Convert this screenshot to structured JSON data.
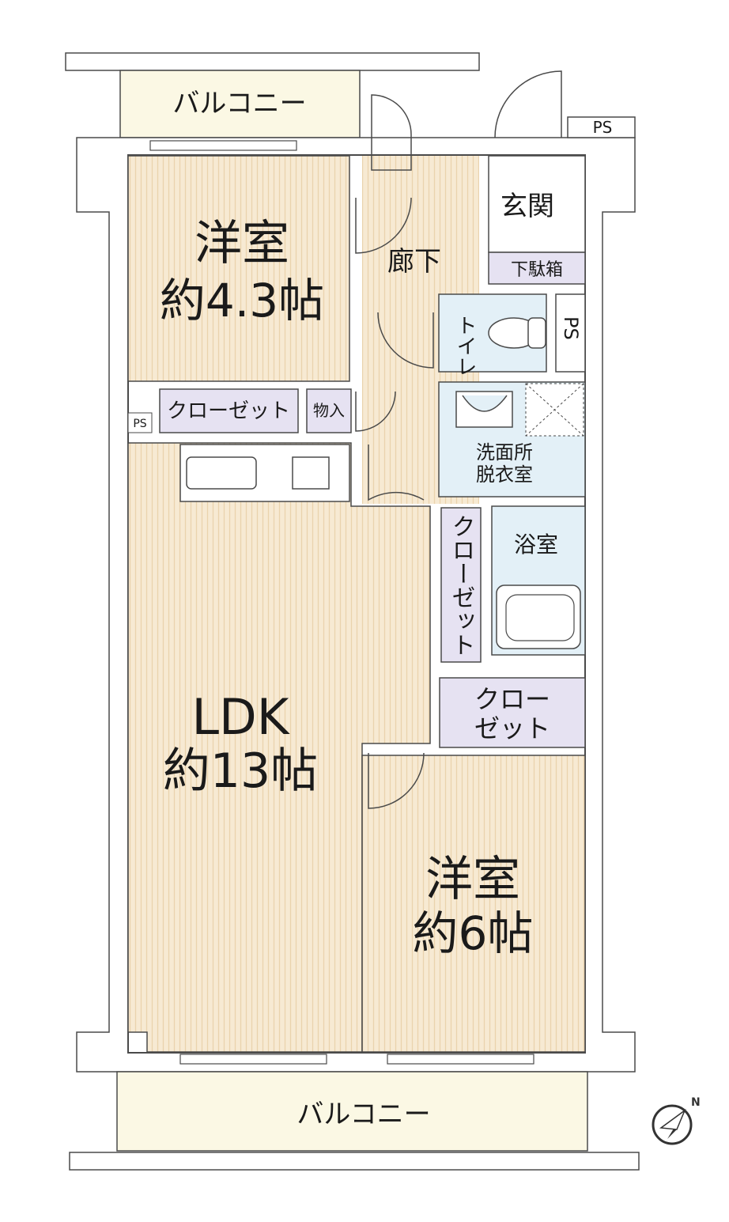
{
  "rooms": {
    "western_room_1": {
      "name": "洋室",
      "size": "約4.3帖"
    },
    "ldk": {
      "name": "LDK",
      "size": "約13帖"
    },
    "western_room_2": {
      "name": "洋室",
      "size": "約6帖"
    }
  },
  "labels": {
    "balcony_top": "バルコニー",
    "balcony_bottom": "バルコニー",
    "entrance": "玄関",
    "shoe_cabinet": "下駄箱",
    "hallway": "廊下",
    "toilet": "トイレ",
    "ps_top": "PS",
    "ps_toilet": "PS",
    "ps_left": "PS",
    "closet_1": "クローゼット",
    "storage": "物入",
    "washroom_line1": "洗面所",
    "washroom_line2": "脱衣室",
    "bathroom": "浴室",
    "closet_vertical": "クローゼット",
    "closet_2_line1": "クロー",
    "closet_2_line2": "ゼット"
  },
  "colors": {
    "flooring": "#f7ead3",
    "balcony": "#fbf8e4",
    "wet_area": "#e3f0f7",
    "closet": "#e6e2f2",
    "wall": "#4a4a4a"
  },
  "icons": {
    "compass": "north-compass-icon"
  }
}
